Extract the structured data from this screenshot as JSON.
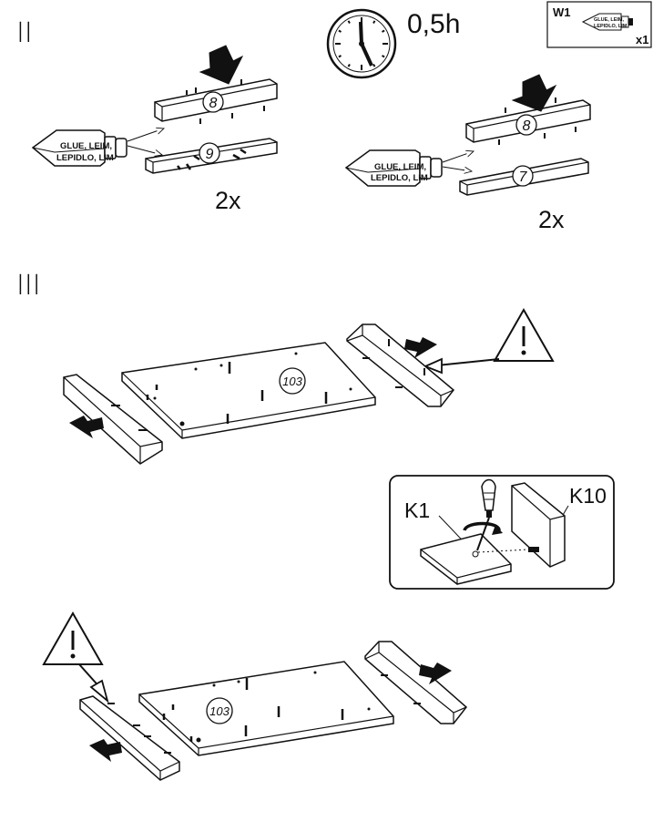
{
  "steps": {
    "step2": "II",
    "step3": "III"
  },
  "time": {
    "value": "0,5h"
  },
  "hardware_box": {
    "code": "W1",
    "qty": "x1",
    "glue_text_1": "GLUE, LEIM,",
    "glue_text_2": "LEPIDLO, LIM"
  },
  "glue_tube": {
    "line1": "GLUE, LEIM,",
    "line2": "LEPIDLO, LIM"
  },
  "parts": {
    "p8": "8",
    "p9": "9",
    "p7": "7",
    "p103": "103"
  },
  "multipliers": {
    "left": "2x",
    "right": "2x"
  },
  "detail": {
    "k1": "K1",
    "k10": "K10"
  }
}
